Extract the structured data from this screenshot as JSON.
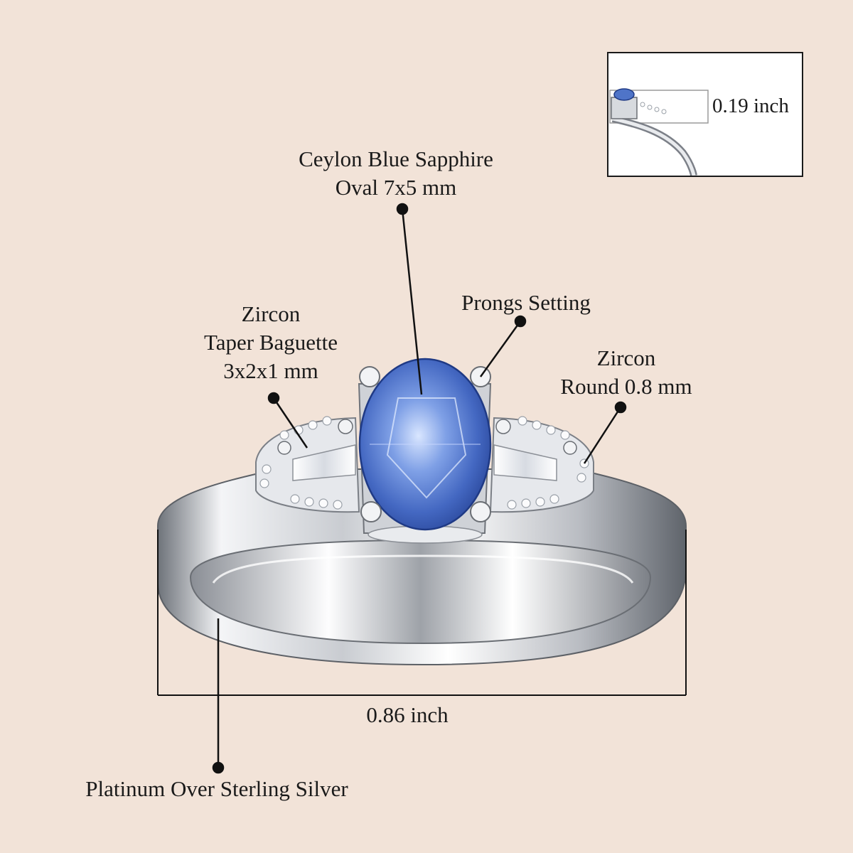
{
  "callouts": {
    "sapphire": {
      "line1": "Ceylon Blue Sapphire",
      "line2": "Oval 7x5 mm"
    },
    "prongs": {
      "line1": "Prongs Setting"
    },
    "baguette": {
      "line1": "Zircon",
      "line2": "Taper Baguette",
      "line3": "3x2x1 mm"
    },
    "round": {
      "line1": "Zircon",
      "line2": "Round 0.8 mm"
    },
    "metal": {
      "line1": "Platinum Over Sterling Silver"
    }
  },
  "dimensions": {
    "width": "0.86 inch",
    "height": "0.19 inch"
  },
  "colors": {
    "background": "#f2e3d8",
    "sapphire": "#4f74c8",
    "metal": "#d6d9de",
    "line": "#111111"
  }
}
